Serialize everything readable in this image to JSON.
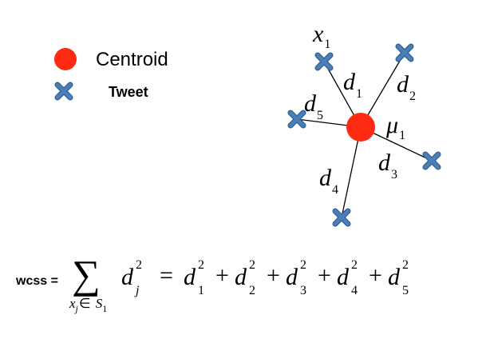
{
  "colors": {
    "centroid": "#ff2a12",
    "tweet": "#4a7fb8",
    "tweet_outline": "#2f5f94",
    "line": "#000000"
  },
  "icons": {
    "centroid": "red-circle",
    "tweet": "blue-x-cross"
  },
  "legend": {
    "centroid_label": "Centroid",
    "tweet_label": "Tweet"
  },
  "diagram": {
    "centroid_label": "μ",
    "centroid_sub": "1",
    "point_label": "x",
    "point_sub": "1",
    "distance_symbol": "d",
    "distance_subs": [
      "1",
      "2",
      "3",
      "4",
      "5"
    ]
  },
  "formula": {
    "label": "wcss =",
    "sum_symbol": "∑",
    "sum_index": "x",
    "sum_index_sub": "j",
    "sum_member": "∈",
    "sum_set": "S",
    "sum_set_sub": "1",
    "term_var": "d",
    "term_sub": "j",
    "power": "2",
    "equals": "=",
    "plus": "+",
    "expansion_subs": [
      "1",
      "2",
      "3",
      "4",
      "5"
    ]
  }
}
